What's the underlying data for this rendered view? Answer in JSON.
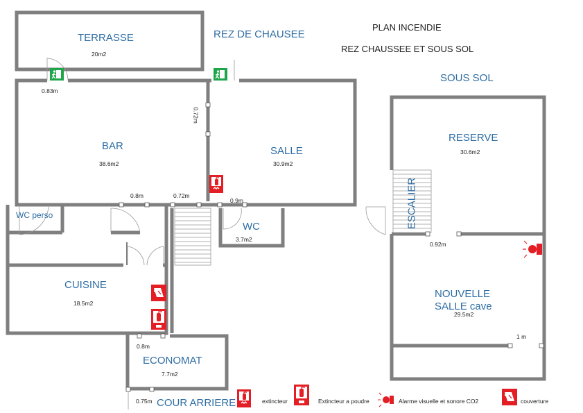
{
  "header": {
    "plan_title": "PLAN INCENDIE",
    "plan_subtitle": "REZ CHAUSSEE ET SOUS SOL",
    "level_ground": "REZ DE CHAUSEE",
    "level_basement": "SOUS SOL"
  },
  "rooms": {
    "terrasse": {
      "name": "TERRASSE",
      "area": "20m2"
    },
    "bar": {
      "name": "BAR",
      "area": "38.6m2"
    },
    "salle": {
      "name": "SALLE",
      "area": "30.9m2"
    },
    "wc_perso": {
      "name": "WC perso"
    },
    "wc": {
      "name": "WC",
      "area": "3.7m2"
    },
    "cuisine": {
      "name": "CUISINE",
      "area": "18.5m2"
    },
    "economat": {
      "name": "ECONOMAT",
      "area": "7.7m2"
    },
    "cour": {
      "name": "COUR ARRIERE"
    },
    "reserve": {
      "name": "RESERVE",
      "area": "30.6m2"
    },
    "escalier": {
      "name": "ESCALIER"
    },
    "nouvelle_salle": {
      "name_line1": "NOUVELLE",
      "name_line2": "SALLE cave",
      "area": "29.5m2"
    }
  },
  "dimensions": {
    "terrasse_door": "0.83m",
    "salle_door": "0.72m",
    "bar_door": "0.8m",
    "bar_salle_door": "0.72m",
    "wc_door": "0.9m",
    "reserve_door": "0.92m",
    "cave_door": "1 m",
    "economat_door": "0.8m",
    "cour_door": "0.75m"
  },
  "legend": {
    "extinguisher": "extincteur",
    "powder_extinguisher": "Extincteur a poudre",
    "alarm": "Alarme visuelle et sonore CO2",
    "blanket": "couverture"
  },
  "colors": {
    "wall": "#7f7f7f",
    "room_label": "#2e6da4",
    "fire_red": "#e31e24",
    "exit_green": "#1fa64a"
  },
  "icons": [
    "exit-sign-icon",
    "extinguisher-icon",
    "powder-extinguisher-icon",
    "fire-blanket-icon",
    "alarm-icon"
  ]
}
